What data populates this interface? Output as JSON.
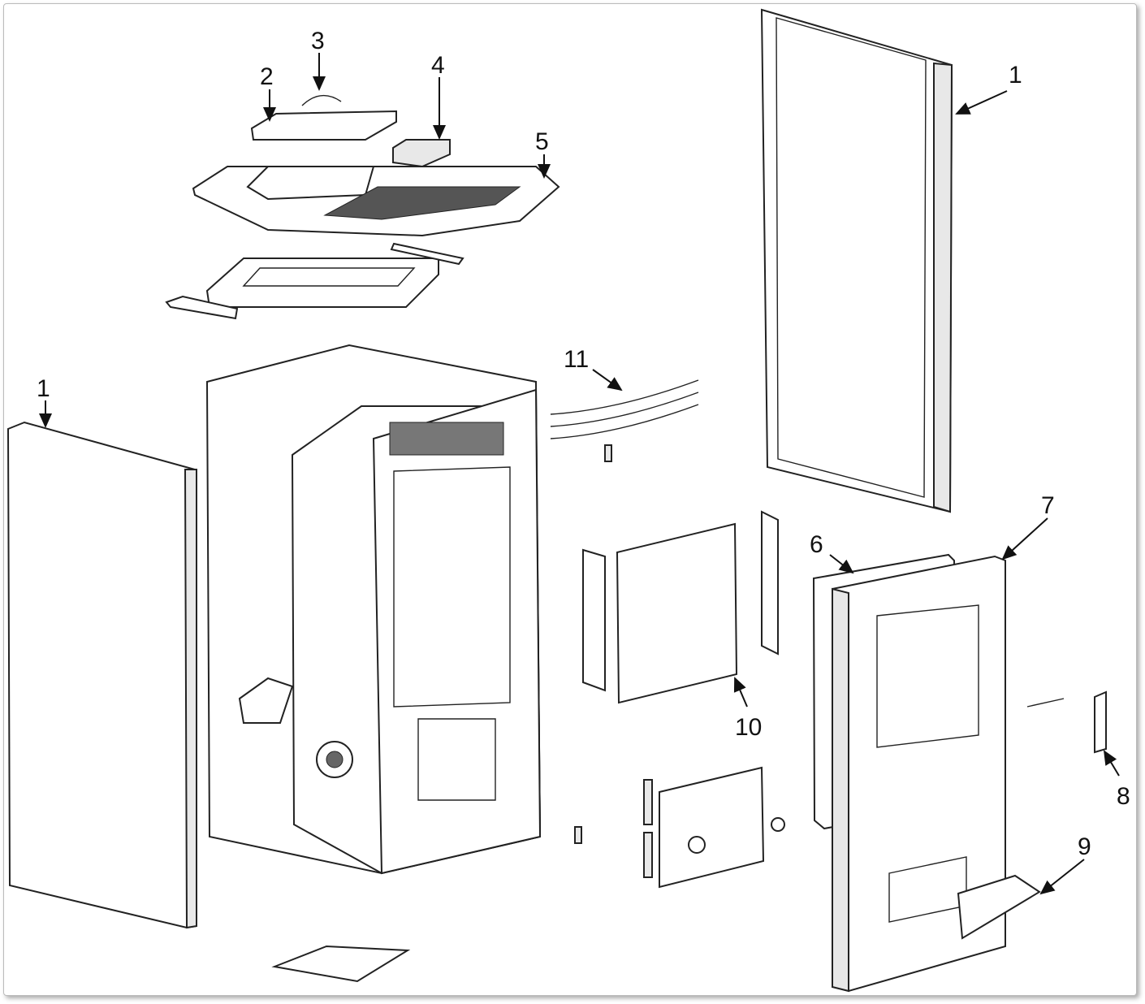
{
  "diagram": {
    "type": "exploded-parts-view",
    "callouts": [
      {
        "id": "right-side-panel",
        "label": "1"
      },
      {
        "id": "top-lid",
        "label": "2"
      },
      {
        "id": "lid-handle",
        "label": "3"
      },
      {
        "id": "top-component",
        "label": "4"
      },
      {
        "id": "top-plate",
        "label": "5"
      },
      {
        "id": "left-side-panel",
        "label": "1"
      },
      {
        "id": "rear-grille",
        "label": "11"
      },
      {
        "id": "firebox-panel",
        "label": "10"
      },
      {
        "id": "door-gasket",
        "label": "6"
      },
      {
        "id": "front-door",
        "label": "7"
      },
      {
        "id": "door-handle",
        "label": "8"
      },
      {
        "id": "ash-drawer-handle",
        "label": "9"
      }
    ]
  }
}
